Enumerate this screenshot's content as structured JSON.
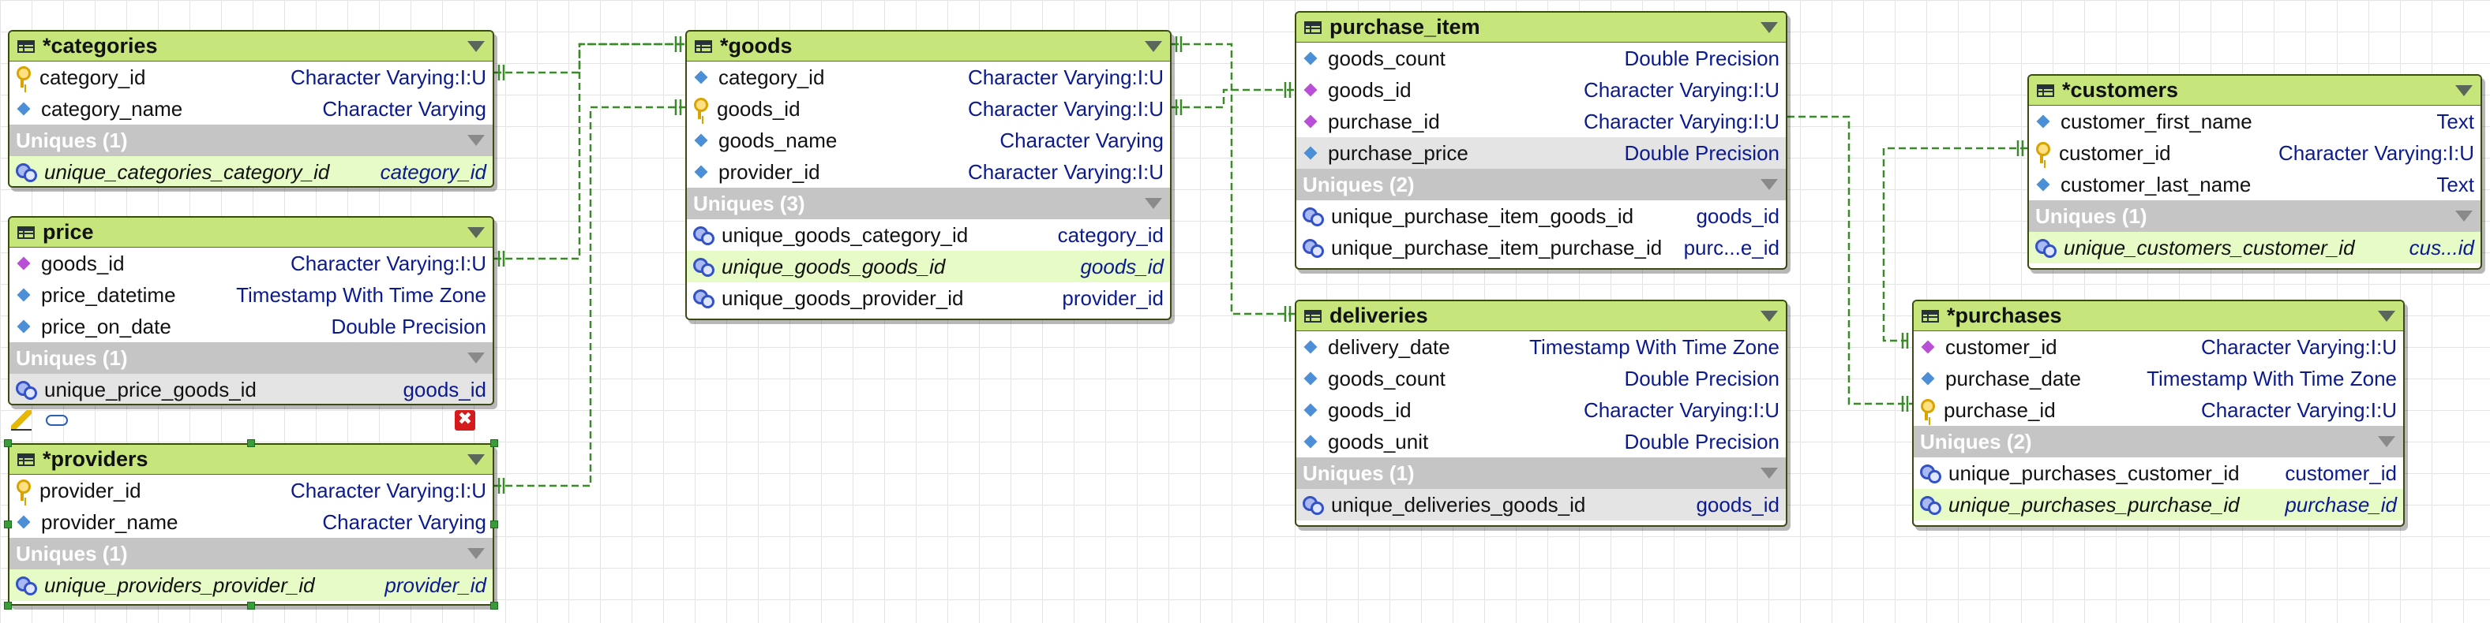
{
  "colors": {
    "header": "#c6e57b",
    "section": "#c5c5c5",
    "type_text": "#0b1a8f",
    "connector": "#3a8a2a",
    "selected_row": "#e6fbc6",
    "highlight_row": "#e4e4e4"
  },
  "entities": {
    "categories": {
      "name": "*categories",
      "columns": [
        {
          "name": "category_id",
          "type": "Character Varying:I:U",
          "icon": "key-icon"
        },
        {
          "name": "category_name",
          "type": "Character Varying",
          "icon": "column-diamond-icon"
        }
      ],
      "uniques_label": "Uniques (1)",
      "uniques": [
        {
          "name": "unique_categories_category_id",
          "column": "category_id"
        }
      ]
    },
    "price": {
      "name": "price",
      "columns": [
        {
          "name": "goods_id",
          "type": "Character Varying:I:U",
          "icon": "foreign-key-diamond-icon"
        },
        {
          "name": "price_datetime",
          "type": "Timestamp With Time Zone",
          "icon": "column-diamond-icon"
        },
        {
          "name": "price_on_date",
          "type": "Double Precision",
          "icon": "column-diamond-icon"
        }
      ],
      "uniques_label": "Uniques (1)",
      "uniques": [
        {
          "name": "unique_price_goods_id",
          "column": "goods_id"
        }
      ]
    },
    "providers": {
      "name": "*providers",
      "columns": [
        {
          "name": "provider_id",
          "type": "Character Varying:I:U",
          "icon": "key-icon"
        },
        {
          "name": "provider_name",
          "type": "Character Varying",
          "icon": "column-diamond-icon"
        }
      ],
      "uniques_label": "Uniques (1)",
      "uniques": [
        {
          "name": "unique_providers_provider_id",
          "column": "provider_id"
        }
      ]
    },
    "goods": {
      "name": "*goods",
      "columns": [
        {
          "name": "category_id",
          "type": "Character Varying:I:U",
          "icon": "column-diamond-icon"
        },
        {
          "name": "goods_id",
          "type": "Character Varying:I:U",
          "icon": "key-icon"
        },
        {
          "name": "goods_name",
          "type": "Character Varying",
          "icon": "column-diamond-icon"
        },
        {
          "name": "provider_id",
          "type": "Character Varying:I:U",
          "icon": "column-diamond-icon"
        }
      ],
      "uniques_label": "Uniques (3)",
      "uniques": [
        {
          "name": "unique_goods_category_id",
          "column": "category_id"
        },
        {
          "name": "unique_goods_goods_id",
          "column": "goods_id"
        },
        {
          "name": "unique_goods_provider_id",
          "column": "provider_id"
        }
      ]
    },
    "purchase_item": {
      "name": "purchase_item",
      "columns": [
        {
          "name": "goods_count",
          "type": "Double Precision",
          "icon": "column-diamond-icon"
        },
        {
          "name": "goods_id",
          "type": "Character Varying:I:U",
          "icon": "foreign-key-diamond-icon"
        },
        {
          "name": "purchase_id",
          "type": "Character Varying:I:U",
          "icon": "foreign-key-diamond-icon"
        },
        {
          "name": "purchase_price",
          "type": "Double Precision",
          "icon": "column-diamond-icon"
        }
      ],
      "uniques_label": "Uniques (2)",
      "uniques": [
        {
          "name": "unique_purchase_item_goods_id",
          "column": "goods_id"
        },
        {
          "name": "unique_purchase_item_purchase_id",
          "column": "purc...e_id"
        }
      ]
    },
    "deliveries": {
      "name": "deliveries",
      "columns": [
        {
          "name": "delivery_date",
          "type": "Timestamp With Time Zone",
          "icon": "column-diamond-icon"
        },
        {
          "name": "goods_count",
          "type": "Double Precision",
          "icon": "column-diamond-icon"
        },
        {
          "name": "goods_id",
          "type": "Character Varying:I:U",
          "icon": "column-diamond-icon"
        },
        {
          "name": "goods_unit",
          "type": "Double Precision",
          "icon": "column-diamond-icon"
        }
      ],
      "uniques_label": "Uniques (1)",
      "uniques": [
        {
          "name": "unique_deliveries_goods_id",
          "column": "goods_id"
        }
      ]
    },
    "customers": {
      "name": "*customers",
      "columns": [
        {
          "name": "customer_first_name",
          "type": "Text",
          "icon": "column-diamond-icon"
        },
        {
          "name": "customer_id",
          "type": "Character Varying:I:U",
          "icon": "key-icon"
        },
        {
          "name": "customer_last_name",
          "type": "Text",
          "icon": "column-diamond-icon"
        }
      ],
      "uniques_label": "Uniques (1)",
      "uniques": [
        {
          "name": "unique_customers_customer_id",
          "column": "cus...id"
        }
      ]
    },
    "purchases": {
      "name": "*purchases",
      "columns": [
        {
          "name": "customer_id",
          "type": "Character Varying:I:U",
          "icon": "foreign-key-diamond-icon"
        },
        {
          "name": "purchase_date",
          "type": "Timestamp With Time Zone",
          "icon": "column-diamond-icon"
        },
        {
          "name": "purchase_id",
          "type": "Character Varying:I:U",
          "icon": "key-icon"
        }
      ],
      "uniques_label": "Uniques (2)",
      "uniques": [
        {
          "name": "unique_purchases_customer_id",
          "column": "customer_id"
        },
        {
          "name": "unique_purchases_purchase_id",
          "column": "purchase_id"
        }
      ]
    }
  },
  "toolbar": {
    "edit_icon": "pencil-icon",
    "link_icon": "link-icon",
    "delete_icon": "delete-x-icon",
    "delete_glyph": "✖"
  }
}
